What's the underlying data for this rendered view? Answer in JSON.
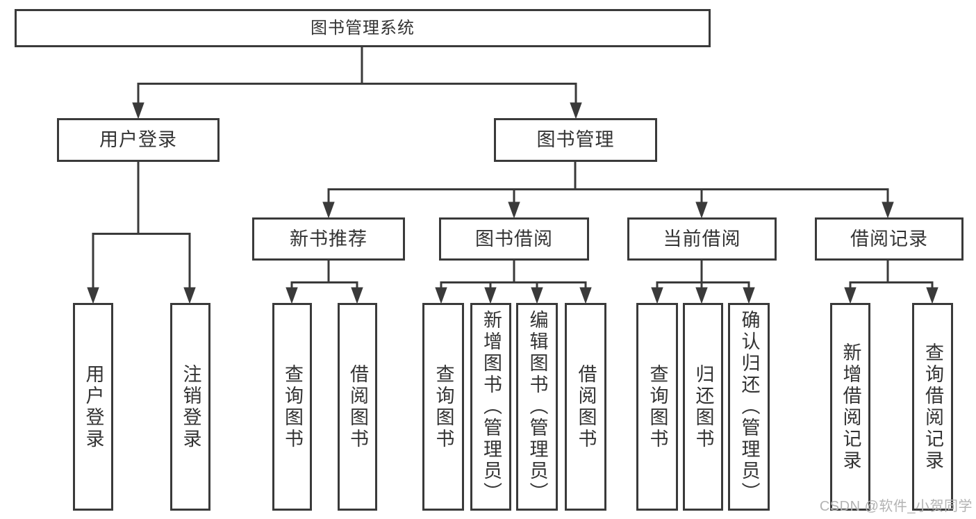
{
  "diagram": {
    "root": {
      "label": "图书管理系统"
    },
    "level2": [
      {
        "label": "用户登录"
      },
      {
        "label": "图书管理"
      }
    ],
    "level3": [
      {
        "label": "新书推荐"
      },
      {
        "label": "图书借阅"
      },
      {
        "label": "当前借阅"
      },
      {
        "label": "借阅记录"
      }
    ],
    "leaf_groups": [
      {
        "parent": "用户登录",
        "items": [
          "用户登录",
          "注销登录"
        ]
      },
      {
        "parent": "新书推荐",
        "items": [
          "查询图书",
          "借阅图书"
        ]
      },
      {
        "parent": "图书借阅",
        "items": [
          "查询图书",
          "新增图书（管理员）",
          "编辑图书（管理员）",
          "借阅图书"
        ]
      },
      {
        "parent": "当前借阅",
        "items": [
          "查询图书",
          "归还图书",
          "确认归还（管理员）"
        ]
      },
      {
        "parent": "借阅记录",
        "items": [
          "新增借阅记录",
          "查询借阅记录"
        ]
      }
    ],
    "watermark": "CSDN @软件_小贺同学",
    "colors": {
      "line": "#3a3a3a",
      "text": "#333333",
      "box_background": "#ffffff",
      "page_background": "#ffffff",
      "watermark": "#b3b3b3"
    }
  }
}
